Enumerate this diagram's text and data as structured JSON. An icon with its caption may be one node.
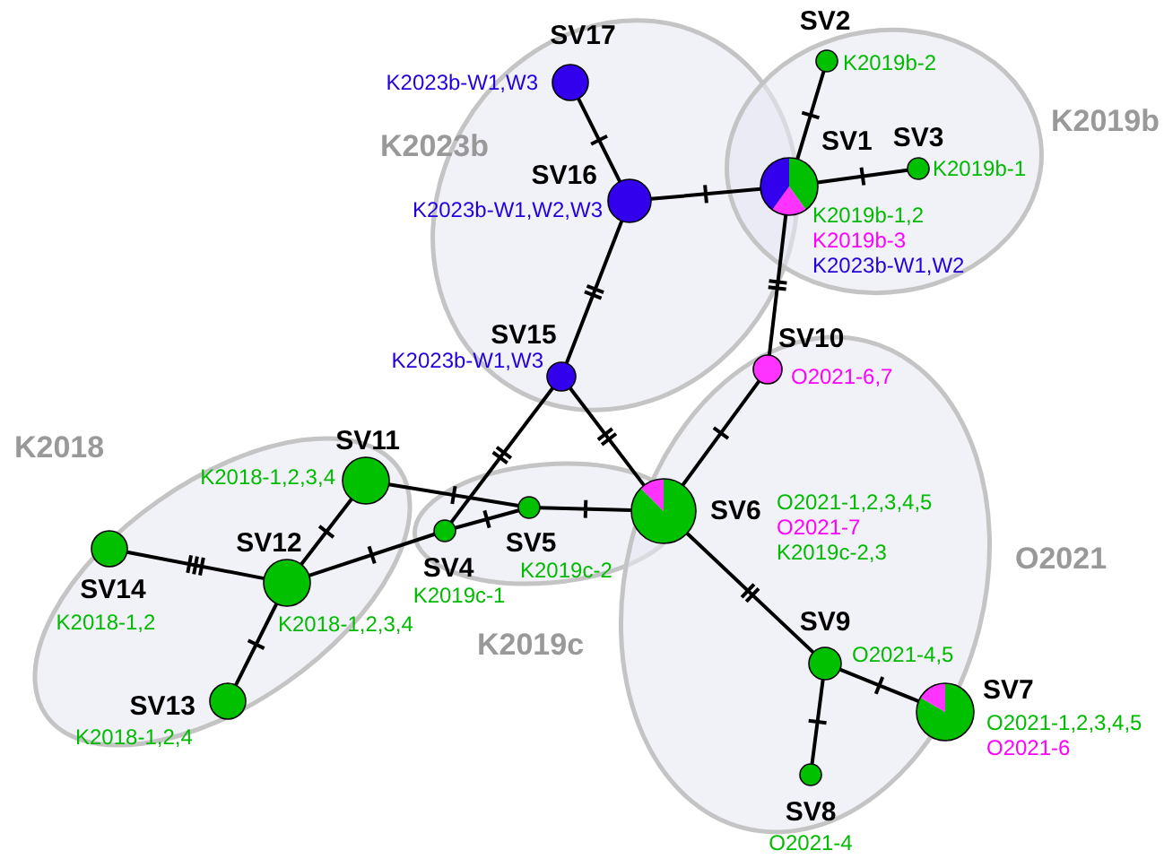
{
  "diagram": {
    "nodes": [
      {
        "text": [
          "K2023b"
        ]
      },
      {
        "text": [
          "SV17"
        ],
        "in": 0,
        "beside": [
          "K2023b-W1,W3"
        ]
      },
      {
        "text": [
          "SV16"
        ],
        "in": 0,
        "beside": [
          "K2023b-W1,W2,W3"
        ]
      },
      {
        "text": [
          "SV15"
        ],
        "in": 0,
        "beside": [
          "K2023b-W1,W3"
        ]
      },
      {
        "text": [
          "K2019b"
        ]
      },
      {
        "text": [
          "SV2"
        ],
        "in": 4,
        "beside": [
          "K2019b-2"
        ]
      },
      {
        "text": [
          "SV3"
        ],
        "in": 4,
        "beside": [
          "K2019b-1"
        ]
      },
      {
        "text": [
          "SV1"
        ],
        "in": 4,
        "beside": [
          "K2019b-1,2",
          "K2019b-3",
          "K2023b-W1,W2"
        ]
      },
      {
        "text": [
          "SV10"
        ],
        "in": 18,
        "beside": [
          "O2021-6,7"
        ]
      },
      {
        "text": [
          "K2018"
        ]
      },
      {
        "text": [
          "SV11"
        ],
        "in": 9,
        "beside": [
          "K2018-1,2,3,4"
        ]
      },
      {
        "text": [
          "SV14"
        ],
        "in": 9,
        "beside": [
          "K2018-1,2"
        ]
      },
      {
        "text": [
          "SV12"
        ],
        "in": 9,
        "beside": [
          "K2018-1,2,3,4"
        ]
      },
      {
        "text": [
          "SV13"
        ],
        "in": 9,
        "beside": [
          "K2018-1,2,4"
        ]
      },
      {
        "text": [
          "K2019c"
        ]
      },
      {
        "text": [
          "SV4"
        ],
        "in": 14,
        "beside": [
          "K2019c-1"
        ]
      },
      {
        "text": [
          "SV5"
        ],
        "in": 14,
        "beside": [
          "K2019c-2"
        ]
      },
      {
        "text": [
          "SV6"
        ],
        "in": 18,
        "beside": [
          "O2021-1,2,3,4,5",
          "O2021-7",
          "K2019c-2,3"
        ]
      },
      {
        "text": [
          "O2021"
        ]
      },
      {
        "text": [
          "SV9"
        ],
        "in": 18,
        "beside": [
          "O2021-4,5"
        ]
      },
      {
        "text": [
          "SV7"
        ],
        "in": 18,
        "beside": [
          "O2021-1,2,3,4,5",
          "O2021-6"
        ]
      },
      {
        "text": [
          "SV8"
        ],
        "in": 18,
        "beside": [
          "O2021-4"
        ]
      }
    ],
    "edges": [
      {
        "from": 1,
        "to": 2,
        "arrow": "none"
      },
      {
        "from": 2,
        "to": 7,
        "arrow": "none"
      },
      {
        "from": 5,
        "to": 7,
        "arrow": "none"
      },
      {
        "from": 7,
        "to": 6,
        "arrow": "none"
      },
      {
        "from": 7,
        "to": 8,
        "arrow": "none"
      },
      {
        "from": 2,
        "to": 3,
        "arrow": "none"
      },
      {
        "from": 8,
        "to": 17,
        "arrow": "none"
      },
      {
        "from": 3,
        "to": 17,
        "arrow": "none"
      },
      {
        "from": 3,
        "to": 15,
        "arrow": "none"
      },
      {
        "from": 10,
        "to": 16,
        "arrow": "none"
      },
      {
        "from": 15,
        "to": 16,
        "arrow": "none"
      },
      {
        "from": 16,
        "to": 17,
        "arrow": "none"
      },
      {
        "from": 12,
        "to": 15,
        "arrow": "none"
      },
      {
        "from": 12,
        "to": 10,
        "arrow": "none"
      },
      {
        "from": 11,
        "to": 12,
        "arrow": "none"
      },
      {
        "from": 12,
        "to": 13,
        "arrow": "none"
      },
      {
        "from": 17,
        "to": 19,
        "arrow": "none"
      },
      {
        "from": 19,
        "to": 20,
        "arrow": "none"
      },
      {
        "from": 19,
        "to": 21,
        "arrow": "none"
      }
    ]
  }
}
